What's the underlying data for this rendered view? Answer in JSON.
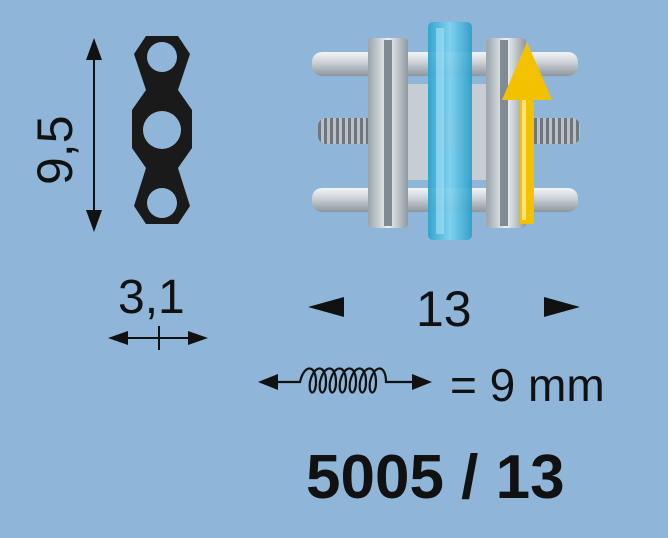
{
  "dimensions": {
    "height": "9,5",
    "width": "3,1",
    "length": "13"
  },
  "expansion": {
    "icon": "spring-coil-icon",
    "text": "= 9 mm"
  },
  "product_code": "5005 / 13",
  "colors": {
    "background": "#8fb6d9",
    "ink": "#111111",
    "body_blue": "#49b8dc",
    "arrow_yellow": "#f2c200",
    "metal": "#d4d9dd"
  }
}
